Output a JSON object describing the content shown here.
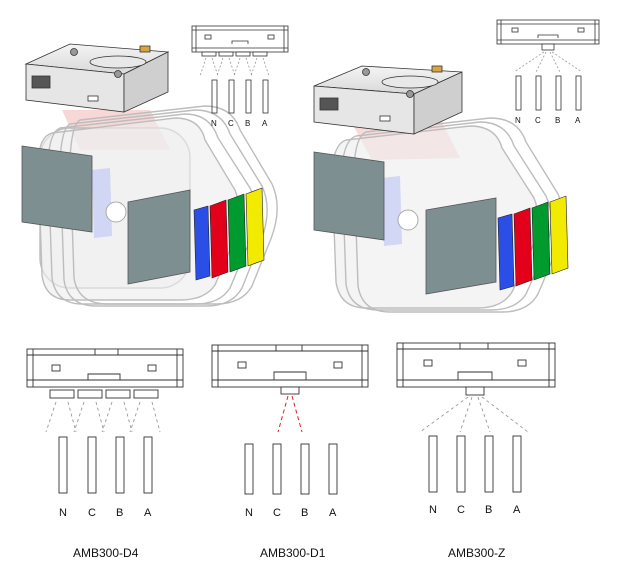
{
  "models": [
    {
      "name": "AMB300-D4"
    },
    {
      "name": "AMB300-D1"
    },
    {
      "name": "AMB300-Z"
    }
  ],
  "phases": [
    "N",
    "C",
    "B",
    "A"
  ],
  "colors": {
    "outline": "#333333",
    "dashed_gray": "#9a9a9a",
    "dashed_red": "#e02020",
    "panel": "#7e8f92",
    "phase_blue": "#2b4fe6",
    "phase_red": "#e3001b",
    "phase_green": "#009a2e",
    "phase_yellow": "#f2ea00",
    "laser_pink": "#f3b7b7",
    "loop_gray": "#dcdcdc"
  }
}
